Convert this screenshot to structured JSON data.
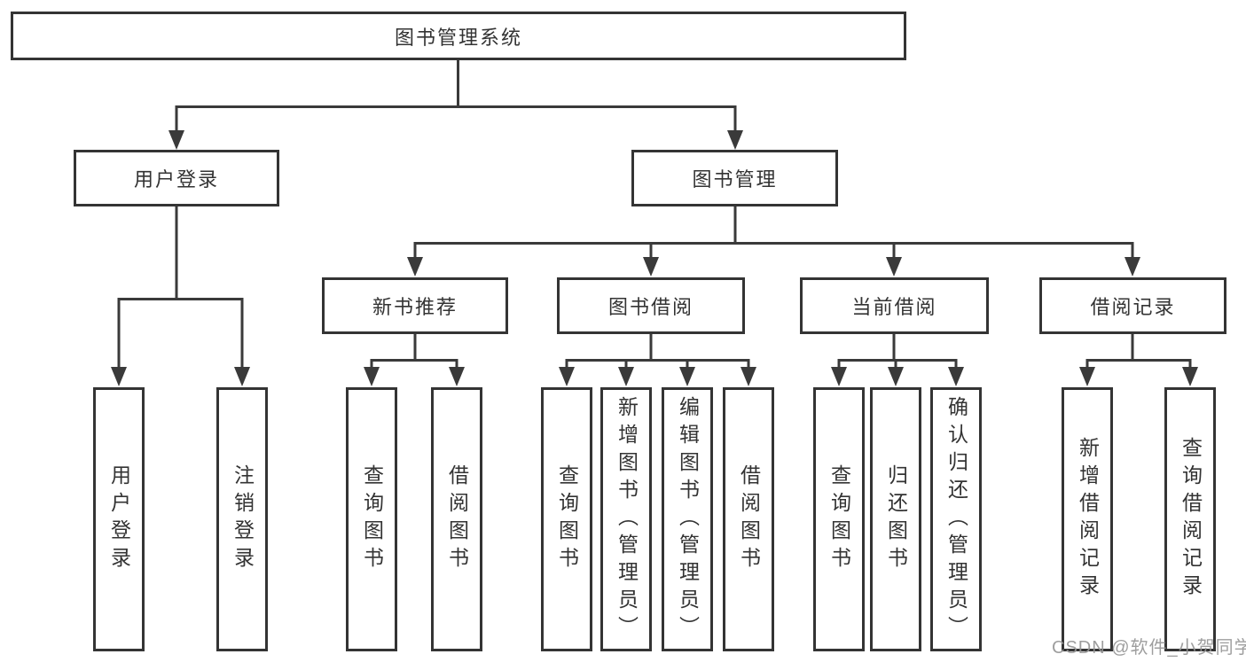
{
  "tree": {
    "label": "图书管理系统",
    "children": [
      {
        "label": "用户登录",
        "children": [
          {
            "label": "用户登录"
          },
          {
            "label": "注销登录"
          }
        ]
      },
      {
        "label": "图书管理",
        "children": [
          {
            "label": "新书推荐",
            "children": [
              {
                "label": "查询图书"
              },
              {
                "label": "借阅图书"
              }
            ]
          },
          {
            "label": "图书借阅",
            "children": [
              {
                "label": "查询图书"
              },
              {
                "label": "新增图书（管理员）"
              },
              {
                "label": "编辑图书（管理员）"
              },
              {
                "label": "借阅图书"
              }
            ]
          },
          {
            "label": "当前借阅",
            "children": [
              {
                "label": "查询图书"
              },
              {
                "label": "归还图书"
              },
              {
                "label": "确认归还（管理员）"
              }
            ]
          },
          {
            "label": "借阅记录",
            "children": [
              {
                "label": "新增借阅记录"
              },
              {
                "label": "查询借阅记录"
              }
            ]
          }
        ]
      }
    ]
  },
  "watermark": {
    "text": "CSDN @软件_小贺同学"
  },
  "colors": {
    "line": "#3a3a3a",
    "box_border": "#343434",
    "text": "#333333",
    "watermark": "#969696",
    "background": "#ffffff"
  }
}
